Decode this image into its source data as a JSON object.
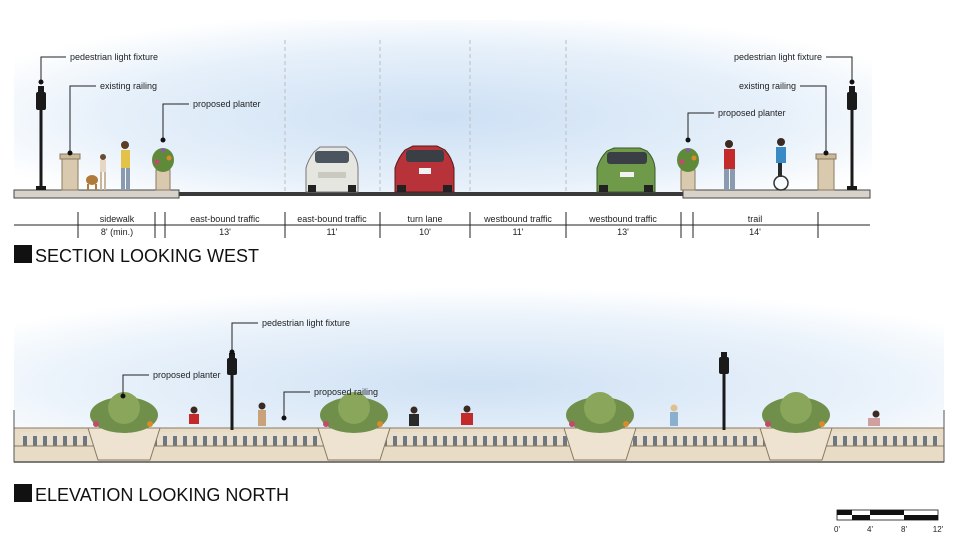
{
  "section": {
    "title": "SECTION LOOKING WEST",
    "annotations_left": {
      "light": "pedestrian light fixture",
      "railing": "existing railing",
      "planter": "proposed planter"
    },
    "annotations_right": {
      "light": "pedestrian light fixture",
      "railing": "existing railing",
      "planter": "proposed planter"
    },
    "lanes": [
      {
        "label": "sidewalk",
        "width": "8' (min.)"
      },
      {
        "label": "east-bound traffic",
        "width": "13'"
      },
      {
        "label": "east-bound traffic",
        "width": "11'"
      },
      {
        "label": "turn lane",
        "width": "10'"
      },
      {
        "label": "westbound traffic",
        "width": "11'"
      },
      {
        "label": "westbound traffic",
        "width": "13'"
      },
      {
        "label": "trail",
        "width": "14'"
      }
    ]
  },
  "elevation": {
    "title": "ELEVATION LOOKING NORTH",
    "annotations": {
      "light": "pedestrian light fixture",
      "planter": "proposed planter",
      "railing": "proposed railing"
    }
  },
  "scale_bar": [
    "0'",
    "4'",
    "8'",
    "12'"
  ],
  "colors": {
    "sky": "#cfe2f5",
    "road": "#3a3a3a",
    "concrete": "#e8dcc6",
    "pier": "#d9c9ae",
    "lamp": "#1a1a1a",
    "planter_green": "#5f8a3a",
    "car_white": "#e6e6e0",
    "car_red": "#b8323a",
    "car_green": "#6f9a4a"
  }
}
